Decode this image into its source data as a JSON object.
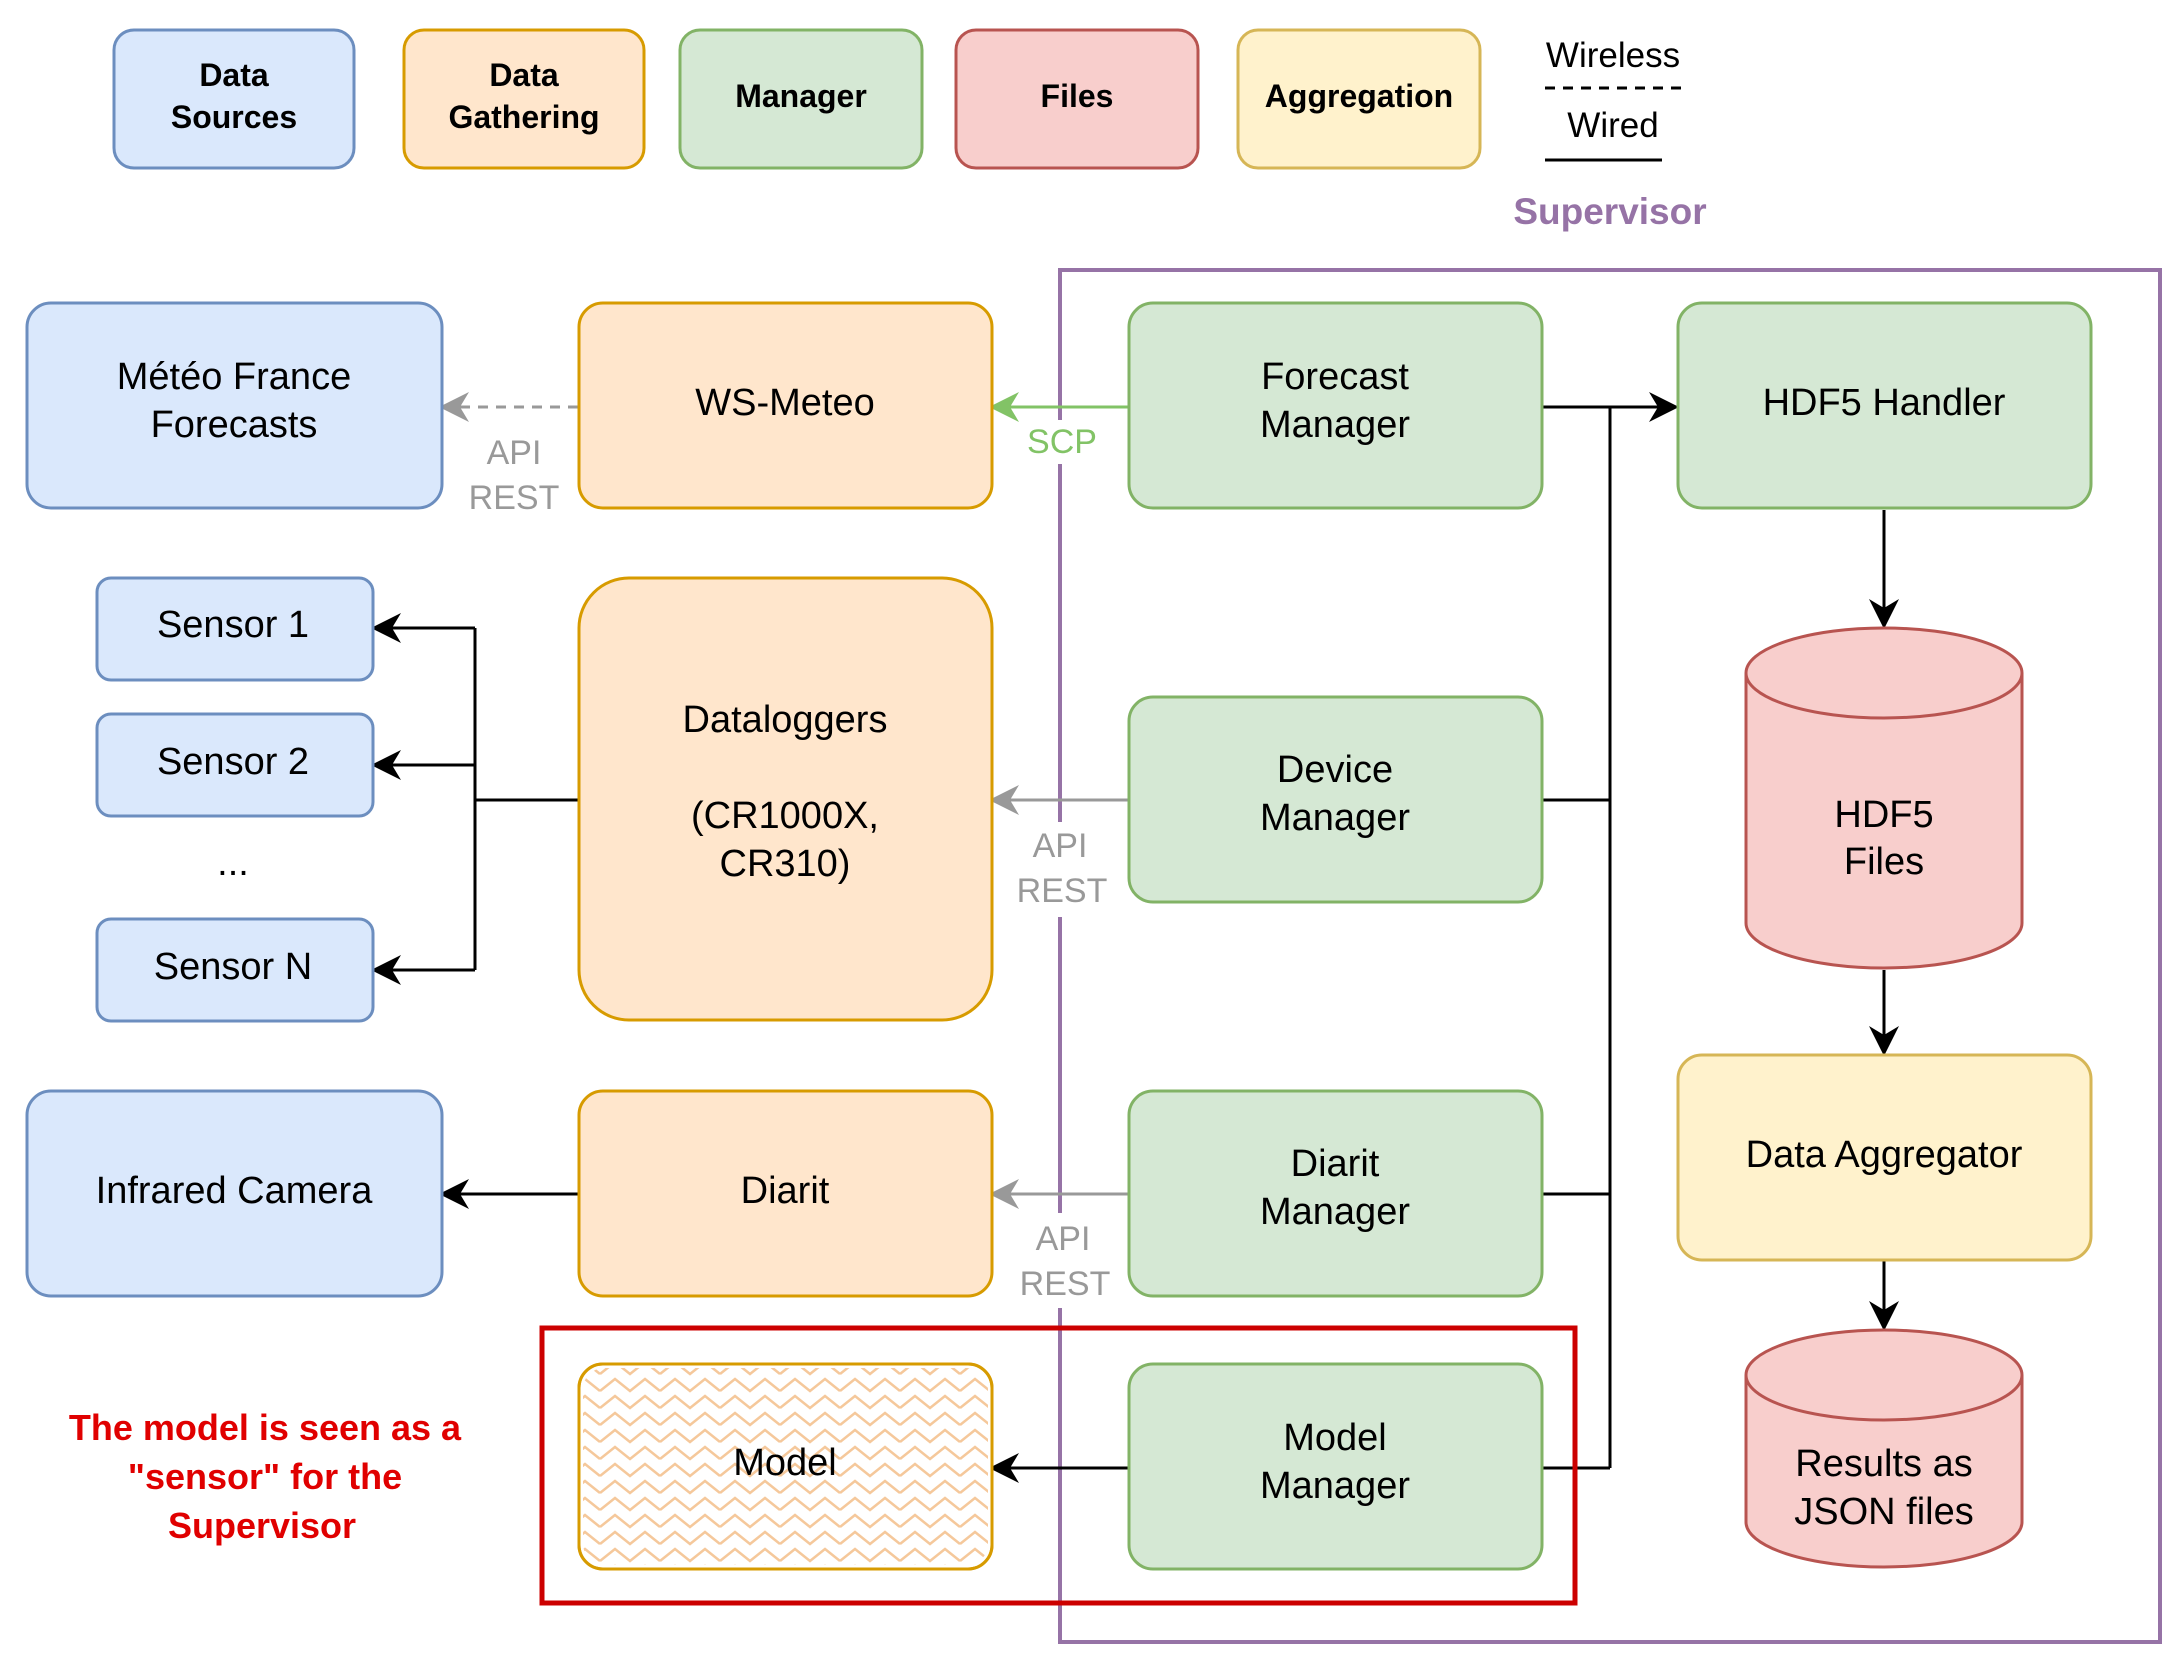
{
  "colors": {
    "sources_fill": "#dae8fc",
    "sources_stroke": "#6c8ebf",
    "gathering_fill": "#ffe6cc",
    "gathering_stroke": "#d79b00",
    "manager_fill": "#d5e8d4",
    "manager_stroke": "#82b366",
    "files_fill": "#f8cecc",
    "files_stroke": "#b85450",
    "aggregation_fill": "#fff2cc",
    "aggregation_stroke": "#d6b656",
    "supervisor": "#9673a6",
    "model_note": "#e00000",
    "label_gray": "#999999",
    "scp_green": "#82c366"
  },
  "legend": {
    "data_sources": [
      "Data",
      "Sources"
    ],
    "data_gathering": [
      "Data",
      "Gathering"
    ],
    "manager": "Manager",
    "files": "Files",
    "aggregation": "Aggregation",
    "wireless": "Wireless",
    "wired": "Wired",
    "supervisor": "Supervisor"
  },
  "sources": {
    "meteo": [
      "Météo France",
      "Forecasts"
    ],
    "sensor1": "Sensor 1",
    "sensor2": "Sensor 2",
    "ellipsis": "...",
    "sensorN": "Sensor N",
    "camera": "Infrared Camera"
  },
  "gathering": {
    "ws_meteo": "WS-Meteo",
    "dataloggers": [
      "Dataloggers",
      "",
      "(CR1000X,",
      "CR310)"
    ],
    "diarit": "Diarit",
    "model": "Model"
  },
  "managers": {
    "forecast": [
      "Forecast",
      "Manager"
    ],
    "device": [
      "Device",
      "Manager"
    ],
    "diarit": [
      "Diarit",
      "Manager"
    ],
    "model": [
      "Model",
      "Manager"
    ],
    "hdf5_handler": "HDF5 Handler"
  },
  "files": {
    "hdf5": [
      "HDF5",
      "Files"
    ],
    "results": [
      "Results as",
      "JSON files"
    ]
  },
  "aggregation": {
    "data_aggregator": "Data Aggregator"
  },
  "edge_labels": {
    "api_rest_1": [
      "API",
      "REST"
    ],
    "scp": "SCP",
    "api_rest_2": [
      "API",
      "REST"
    ],
    "api_rest_3": [
      "API",
      "REST"
    ]
  },
  "note": {
    "model_sensor": [
      "The model is seen as a",
      "\"sensor\" for the",
      "Supervisor"
    ]
  }
}
